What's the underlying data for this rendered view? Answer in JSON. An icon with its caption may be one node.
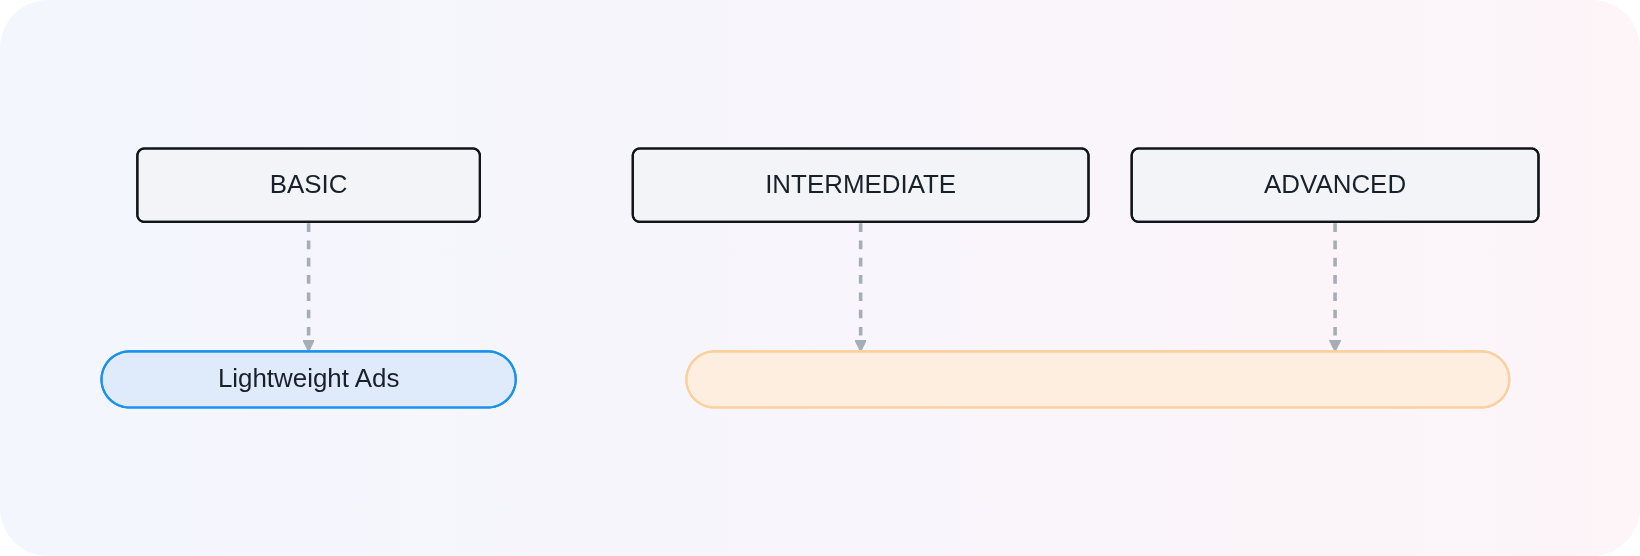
{
  "diagram": {
    "nodes": [
      {
        "text": [
          "BASIC"
        ]
      },
      {
        "text": [
          "INTERMEDIATE"
        ]
      },
      {
        "text": [
          "ADVANCED"
        ]
      },
      {
        "text": [
          "Lightweight Ads"
        ]
      },
      {
        "text": [],
        "shape": "pill"
      }
    ],
    "edges": [
      {
        "from": 0,
        "to": 3,
        "arrow": "to",
        "style": "dashed"
      },
      {
        "from": 1,
        "to": 4,
        "arrow": "to",
        "style": "dashed"
      },
      {
        "from": 2,
        "to": 4,
        "arrow": "to",
        "style": "dashed"
      }
    ]
  }
}
